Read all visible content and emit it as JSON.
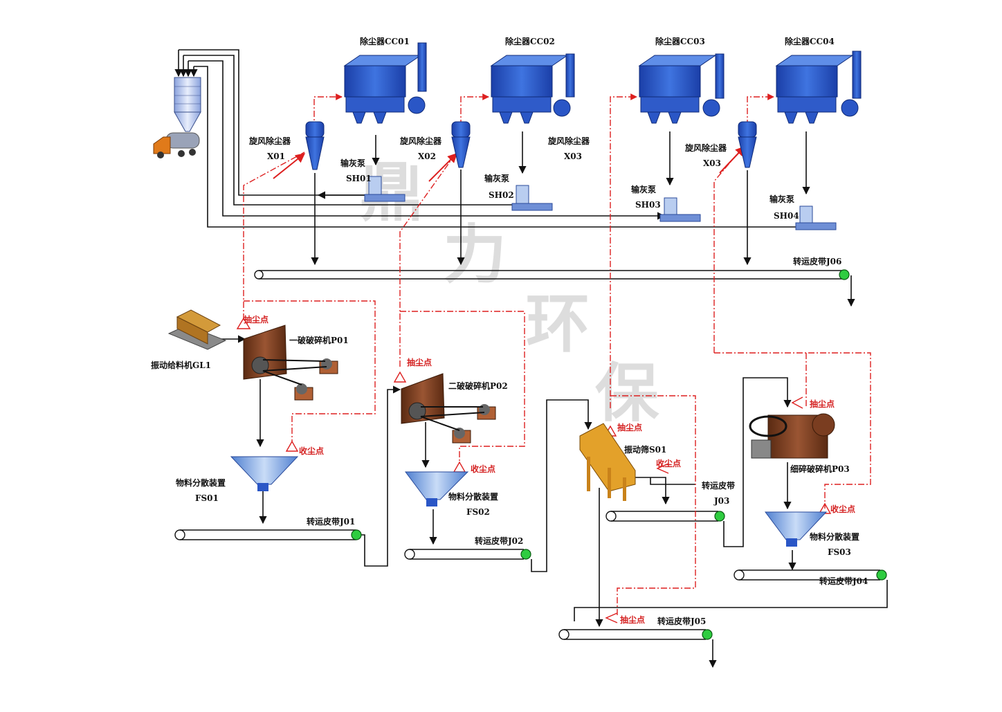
{
  "colors": {
    "flow_line": "#111111",
    "dust_duct": "#dd1f1f",
    "baghouse": "#2a56c6",
    "crusher": "#7a3d20",
    "screen": "#e3a12a",
    "distributor": "#6f9fe0",
    "roller": "#2ecc40"
  },
  "watermark": {
    "chars": [
      "鼎",
      "力",
      "环",
      "保"
    ]
  },
  "labels": {
    "cc01": "除尘器CC01",
    "cc02": "除尘器CC02",
    "cc03": "除尘器CC03",
    "cc04": "除尘器CC04",
    "cyclone": "旋风除尘器",
    "x01": "X01",
    "x02": "X02",
    "x03a": "X03",
    "x03b": "X03",
    "pump": "输灰泵",
    "sh01": "SH01",
    "sh02": "SH02",
    "sh03": "SH03",
    "sh04": "SH04",
    "j06": "转运皮带J06",
    "feeder": "振动给料机GL1",
    "p01": "一破破碎机P01",
    "p02": "二破破碎机P02",
    "p03": "细碎破碎机P03",
    "s01": "振动筛S01",
    "distributor": "物料分散装置",
    "fs01": "FS01",
    "fs02": "FS02",
    "fs03": "FS03",
    "j01": "转运皮带J01",
    "j02": "转运皮带J02",
    "j03": "转运皮带",
    "j03id": "J03",
    "j04": "转运皮带J04",
    "j05": "转运皮带J05",
    "suction_point": "抽尘点",
    "collect_point": "收尘点"
  }
}
